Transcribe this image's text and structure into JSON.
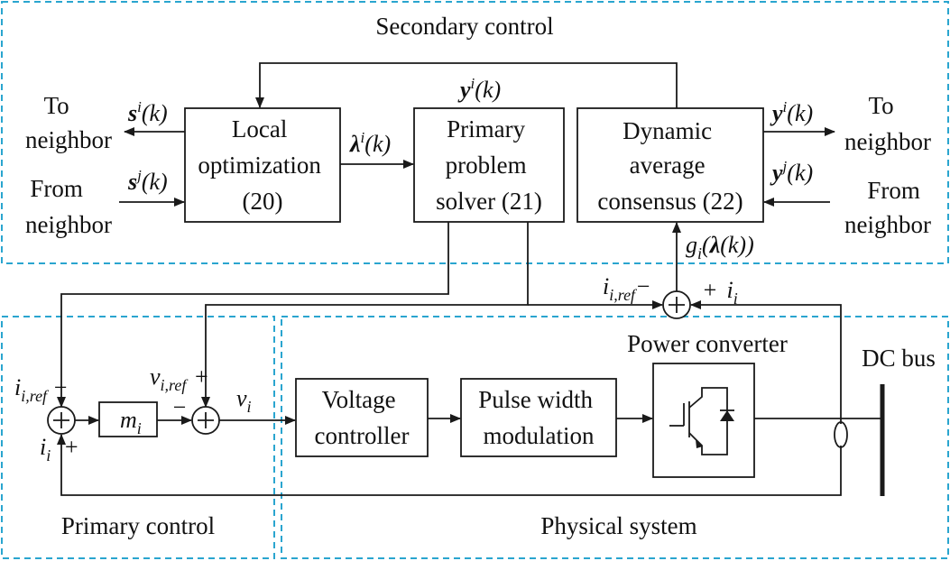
{
  "regions": {
    "secondary": "Secondary control",
    "primary": "Primary control",
    "physical": "Physical system"
  },
  "blocks": {
    "local_opt": [
      "Local",
      "optimization",
      "(20)"
    ],
    "primary_solver": [
      "Primary",
      "problem",
      "solver (21)"
    ],
    "dyn_avg": [
      "Dynamic",
      "average",
      "consensus (22)"
    ],
    "voltage_ctrl": [
      "Voltage",
      "controller"
    ],
    "pwm": [
      "Pulse width",
      "modulation"
    ],
    "power_converter": "Power converter",
    "m_block": "m",
    "m_sub": "i"
  },
  "io": {
    "to_neighbor_top": "To",
    "to_neighbor_bottom": "neighbor",
    "from_neighbor_top": "From",
    "from_neighbor_bottom": "neighbor",
    "dc_bus": "DC bus"
  },
  "signals": {
    "s_main": "s",
    "s_out_sup": "i",
    "s_in_sup": "j",
    "k_arg": "(k)",
    "lambda_main": "λ",
    "lambda_sup": "i",
    "y_main": "y",
    "y_sup_i": "i",
    "y_sup_j": "j",
    "g_main": "g",
    "g_sub": "i",
    "g_arg_open": "(",
    "g_arg_lambda": "λ",
    "g_arg_close": "(k))",
    "i_main": "i",
    "i_sub": "i",
    "i_ref_sub": "i,ref",
    "v_main": "v",
    "v_sub": "i",
    "v_ref_sub": "i,ref",
    "plus": "+",
    "minus": "−"
  }
}
